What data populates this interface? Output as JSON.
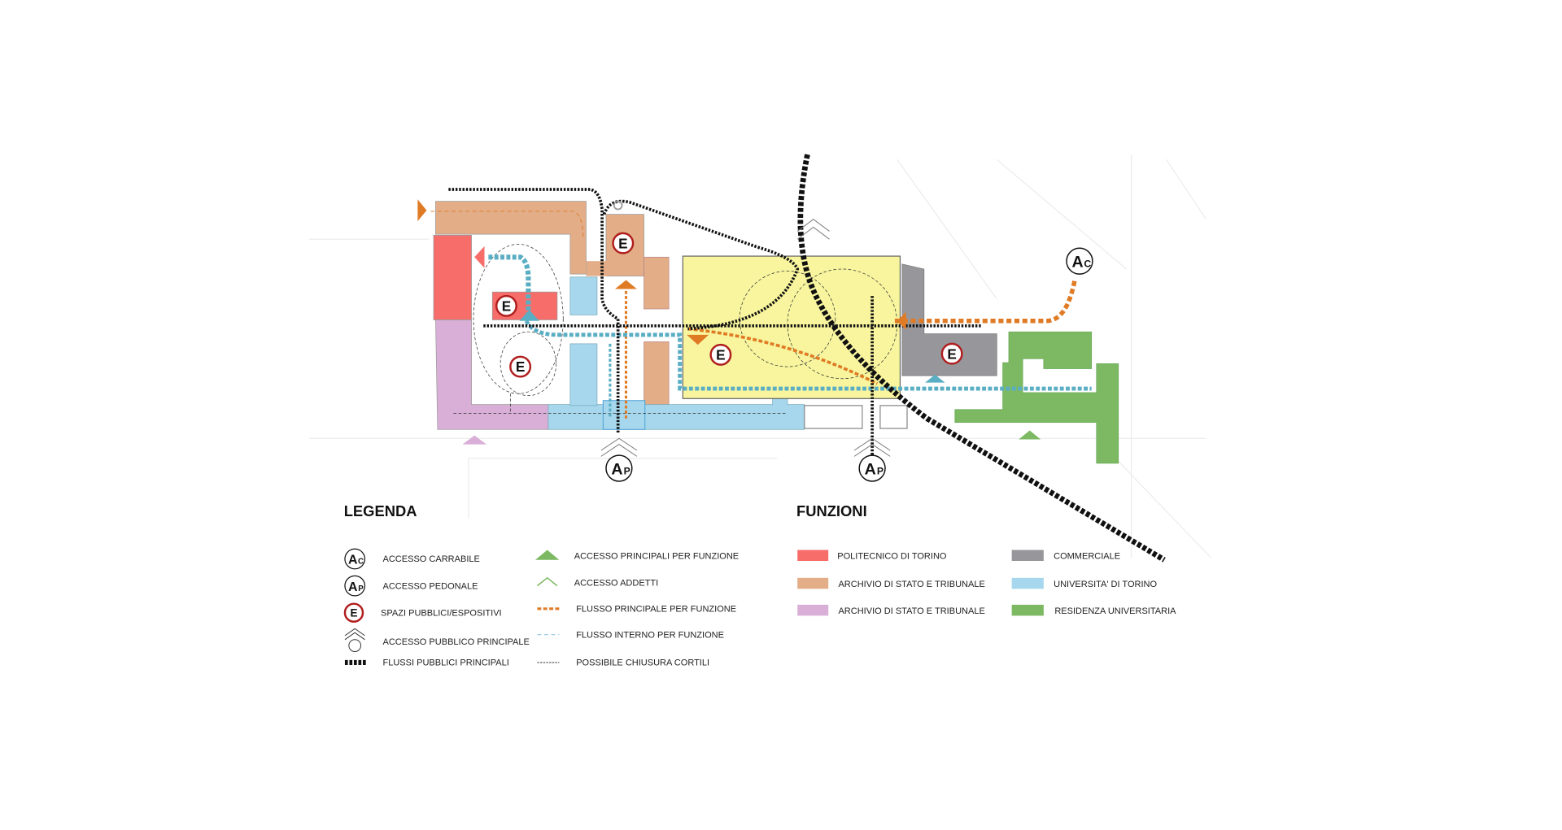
{
  "map": {
    "markers": {
      "e": "E",
      "ap_main": "A",
      "ap_sub": "P",
      "ac_main": "A",
      "ac_sub": "C"
    }
  },
  "legenda": {
    "title": "LEGENDA",
    "items": [
      {
        "icon": "ac-circle-icon",
        "label": "ACCESSO CARRABILE"
      },
      {
        "icon": "ap-circle-icon",
        "label": "ACCESSO PEDONALE"
      },
      {
        "icon": "e-circle-icon",
        "label": "SPAZI PUBBLICI/ESPOSITIVI"
      },
      {
        "icon": "public-access-icon",
        "label": "ACCESSO PUBBLICO PRINCIPALE"
      },
      {
        "icon": "thick-dashed-line-icon",
        "label": "FLUSSI PUBBLICI PRINCIPALI"
      },
      {
        "icon": "filled-triangle-icon",
        "label": "ACCESSO PRINCIPALI PER FUNZIONE"
      },
      {
        "icon": "open-chevron-icon",
        "label": "ACCESSO ADDETTI"
      },
      {
        "icon": "orange-dashed-line-icon",
        "label": "FLUSSO PRINCIPALE PER FUNZIONE"
      },
      {
        "icon": "blue-dashed-line-icon",
        "label": "FLUSSO INTERNO PER FUNZIONE"
      },
      {
        "icon": "thin-dashed-line-icon",
        "label": "POSSIBILE CHIUSURA CORTILI"
      }
    ]
  },
  "funzioni": {
    "title": "FUNZIONI",
    "items": [
      {
        "label": "POLITECNICO DI TORINO",
        "color": "#f76d6a"
      },
      {
        "label": "ARCHIVIO DI STATO E TRIBUNALE",
        "color": "#e2ad87"
      },
      {
        "label": "ARCHIVIO DI STATO E TRIBUNALE",
        "color": "#d9afd8"
      },
      {
        "label": "COMMERCIALE",
        "color": "#97979b"
      },
      {
        "label": "UNIVERSITA' DI TORINO",
        "color": "#a6d7ec"
      },
      {
        "label": "RESIDENZA UNIVERSITARIA",
        "color": "#7cb962"
      }
    ]
  }
}
